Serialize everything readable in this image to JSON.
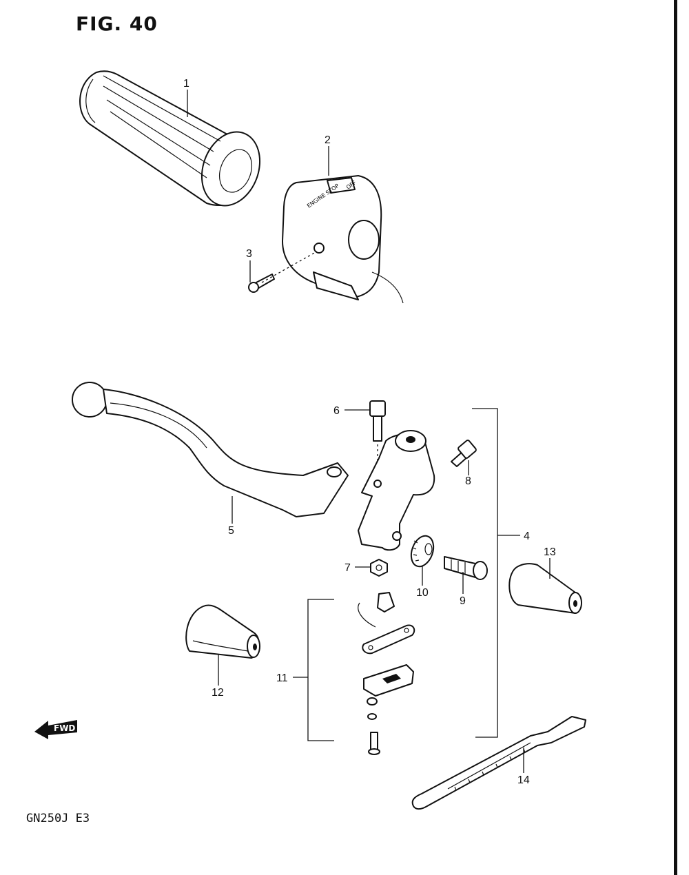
{
  "header": {
    "figure": "FIG. 40"
  },
  "footer": {
    "model": "GN250J  E3"
  },
  "fwd_badge": {
    "label": "FWD",
    "icon": "forward-arrow-icon"
  },
  "callouts": [
    "1",
    "2",
    "3",
    "4",
    "5",
    "6",
    "7",
    "8",
    "9",
    "10",
    "11",
    "12",
    "13",
    "14"
  ],
  "switch_text": {
    "engine_stop": "ENGINE STOP",
    "off": "OFF"
  }
}
